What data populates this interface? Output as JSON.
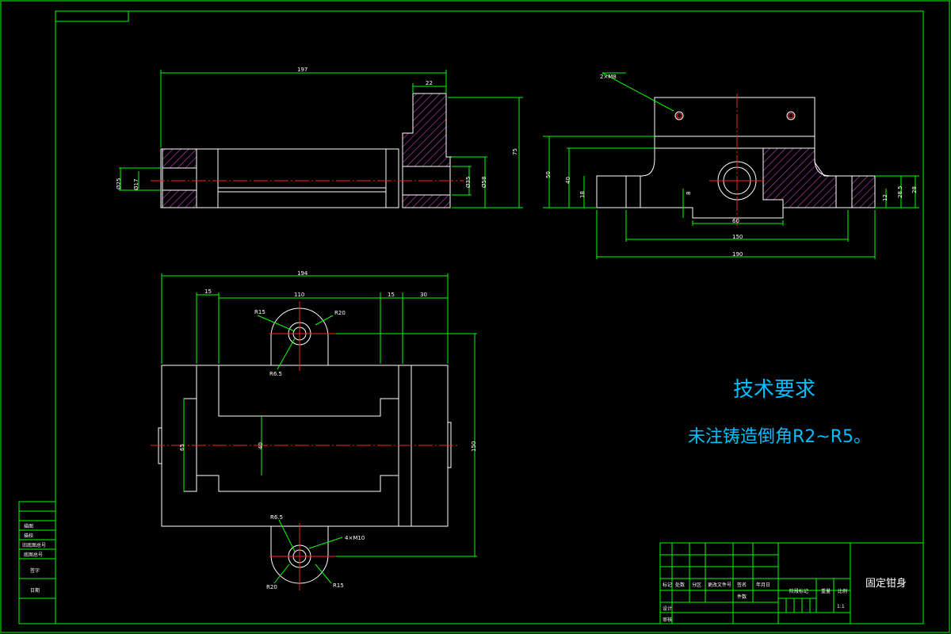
{
  "title_block": {
    "part_name": "固定钳身",
    "scale_label": "比例",
    "quantity_label": "件数",
    "designer_label": "设计",
    "checker_label": "审核",
    "cells": [
      "标记",
      "处数",
      "分区",
      "更改文件号",
      "签名",
      "年月日",
      "阶段标记",
      "重量",
      "1:1"
    ]
  },
  "tech_requirements": {
    "heading": "技术要求",
    "note": "未注铸造倒角R2~R5。"
  },
  "dimensions": {
    "front": {
      "overall_length": "197",
      "boss_width": "22",
      "height": "75",
      "d_left_outer": "Ø25",
      "d_left_inner": "Ø17",
      "d_right_inner": "Ø35",
      "d_right_outer": "Ø58"
    },
    "side": {
      "holes": "2×M8",
      "h50": "50",
      "h40": "40",
      "h18": "18",
      "h8": "8",
      "h12": "12",
      "h28_5": "28.5",
      "h28": "28",
      "w60": "60",
      "w150": "150",
      "w190": "190"
    },
    "top": {
      "overall": "194",
      "w15a": "15",
      "w110": "110",
      "w15b": "15",
      "w30": "30",
      "r15": "R15",
      "r20": "R20",
      "r6_5": "R6.5",
      "h150": "150",
      "h65": "65",
      "h40": "40",
      "r6_5b": "R6.5",
      "holes": "4×M10",
      "r20b": "R20",
      "r15b": "R15"
    }
  },
  "left_strip": {
    "rows": [
      "描图",
      "描校",
      "旧底图总号",
      "底图总号",
      "签字",
      "日期"
    ]
  }
}
